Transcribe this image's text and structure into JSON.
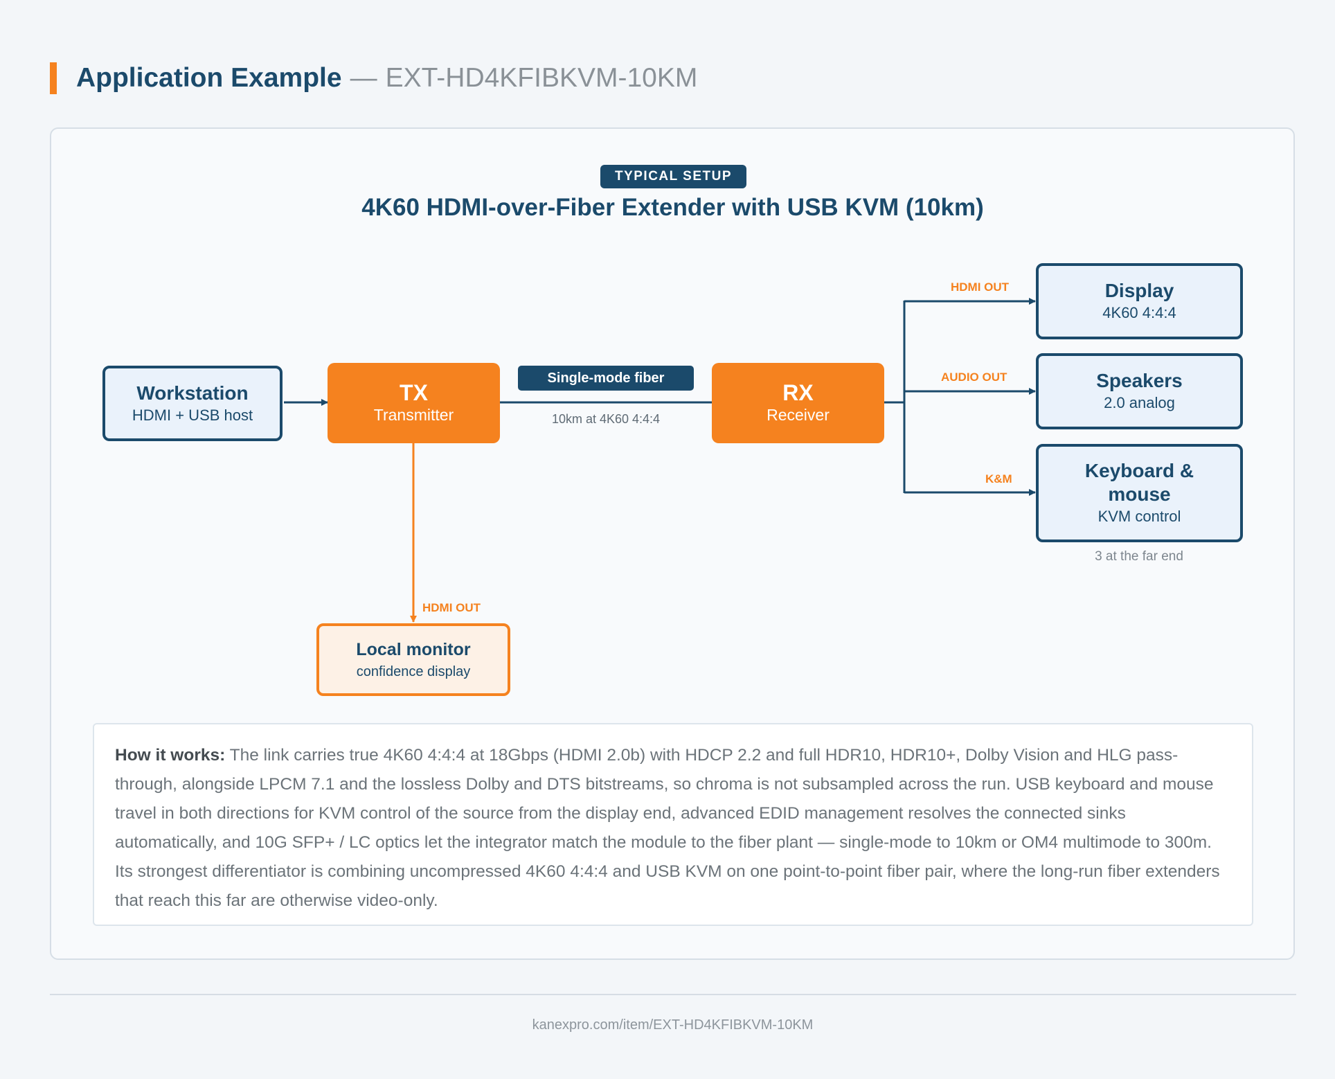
{
  "header": {
    "title": "Application Example",
    "separator": "—",
    "model": "EXT-HD4KFIBKVM-10KM"
  },
  "diagram": {
    "badge": "TYPICAL SETUP",
    "title": "4K60 HDMI-over-Fiber Extender with USB KVM (10km)",
    "nodes": {
      "workstation": {
        "title": "Workstation",
        "sub": "HDMI + USB host"
      },
      "tx": {
        "title": "TX",
        "sub": "Transmitter"
      },
      "rx": {
        "title": "RX",
        "sub": "Receiver"
      },
      "display": {
        "title": "Display",
        "sub": "4K60 4:4:4"
      },
      "speakers": {
        "title": "Speakers",
        "sub": "2.0 analog"
      },
      "keyboard": {
        "title": "Keyboard & mouse",
        "sub": "KVM control"
      },
      "local_monitor": {
        "title": "Local monitor",
        "sub": "confidence display"
      }
    },
    "link": {
      "label": "Single-mode fiber",
      "note": "10km at 4K60 4:4:4"
    },
    "port_labels": {
      "display": "HDMI OUT",
      "speakers": "AUDIO OUT",
      "keyboard": "K&M",
      "local": "HDMI OUT"
    },
    "far_end_note": "3 at the far end"
  },
  "info": {
    "lead": "How it works:",
    "body": "The link carries true 4K60 4:4:4 at 18Gbps (HDMI 2.0b) with HDCP 2.2 and full HDR10, HDR10+, Dolby Vision and HLG pass-through, alongside LPCM 7.1 and the lossless Dolby and DTS bitstreams, so chroma is not subsampled across the run. USB keyboard and mouse travel in both directions for KVM control of the source from the display end, advanced EDID management resolves the connected sinks automatically, and 10G SFP+ / LC optics let the integrator match the module to the fiber plant — single-mode to 10km or OM4 multimode to 300m. Its strongest differentiator is combining uncompressed 4K60 4:4:4 and USB KVM on one point-to-point fiber pair, where the long-run fiber extenders that reach this far are otherwise video-only."
  },
  "footer": {
    "url": "kanexpro.com/item/EXT-HD4KFIBKVM-10KM"
  },
  "colors": {
    "navy": "#1b4a6b",
    "orange": "#f5821f",
    "node_fill": "#eaf2fb"
  }
}
